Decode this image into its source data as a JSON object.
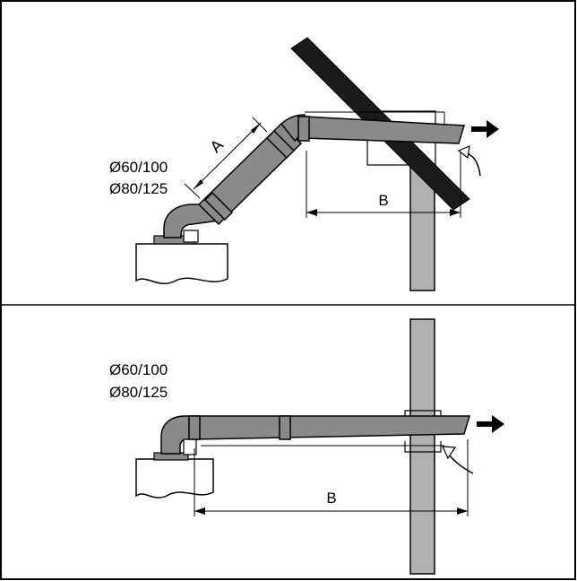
{
  "panels": [
    {
      "id": "top",
      "dimension_a": "A",
      "dimension_b": "B",
      "diameters": [
        "Ø60/100",
        "Ø80/125"
      ]
    },
    {
      "id": "bottom",
      "dimension_b": "B",
      "diameters": [
        "Ø60/100",
        "Ø80/125"
      ]
    }
  ],
  "colors": {
    "pipe_fill": "#8a8a8a",
    "wall_fill": "#b0b0b0",
    "roof_fill": "#1a1a1a",
    "stroke": "#000000",
    "background": "#ffffff"
  },
  "icons": [
    "exhaust-arrow-icon",
    "intake-arrow-icon"
  ]
}
